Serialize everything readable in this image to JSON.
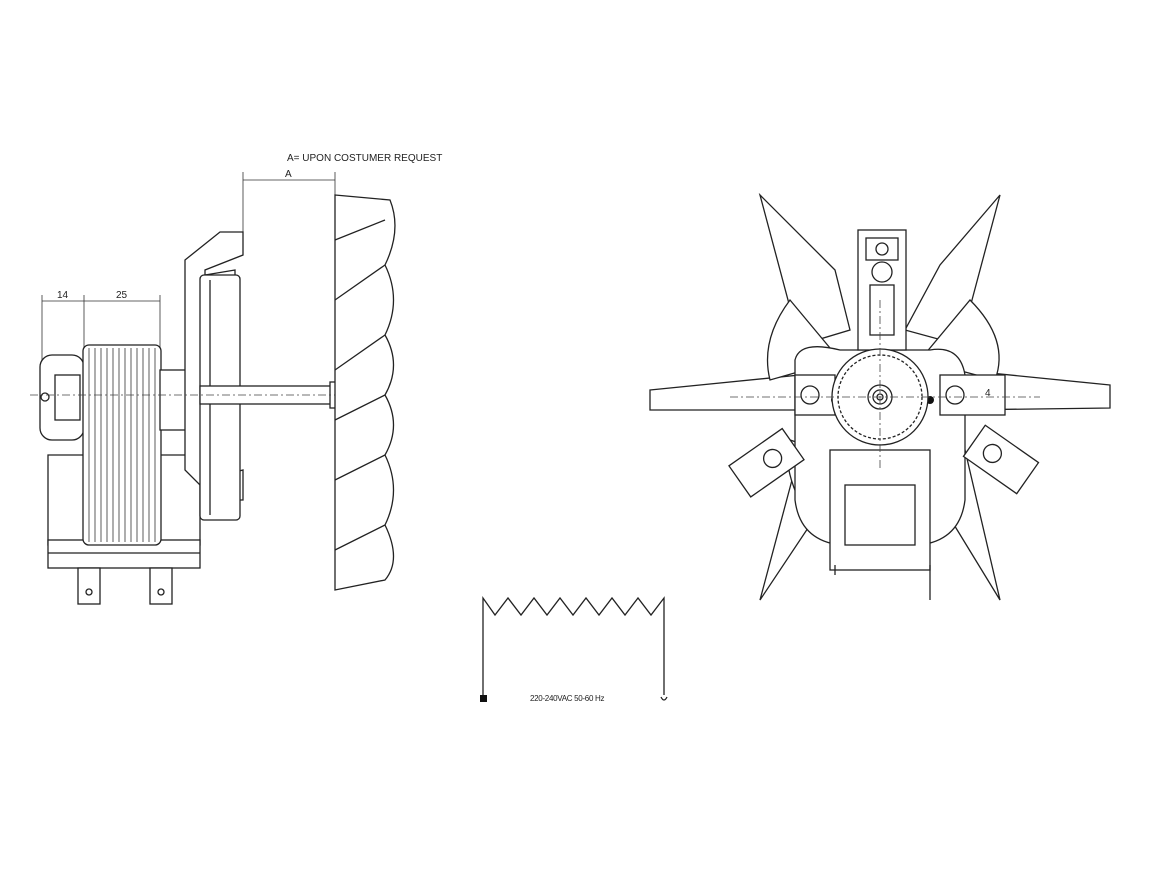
{
  "drawing": {
    "note": "A= UPON COSTUMER REQUEST",
    "dimension_a": "A",
    "dimension_14": "14",
    "dimension_25": "25",
    "wiring_label": "220-240VAC 50-60 Hz",
    "ground_label": "4"
  }
}
